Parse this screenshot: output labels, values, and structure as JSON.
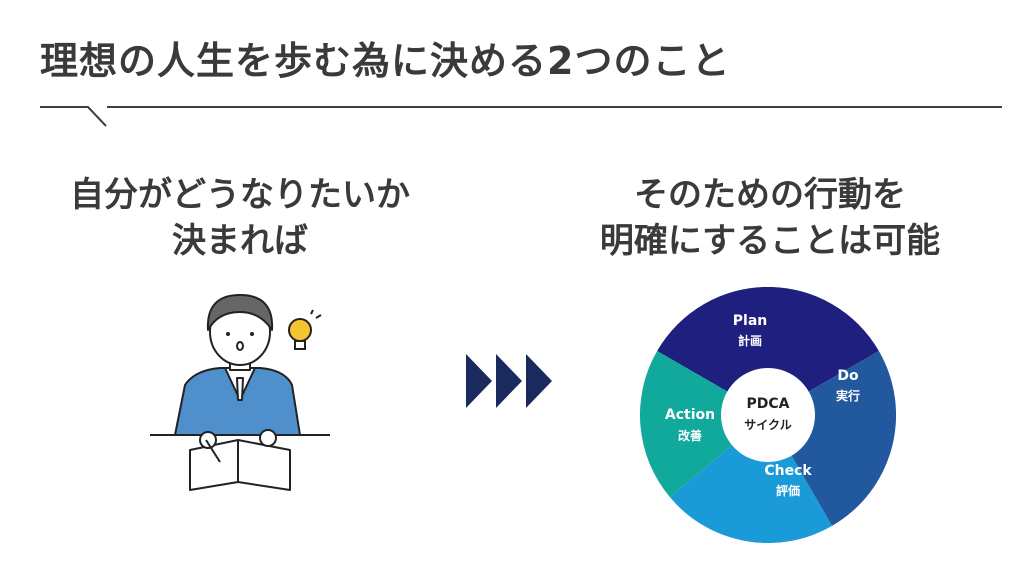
{
  "title": "理想の人生を歩む為に決める2つのこと",
  "left": {
    "line1": "自分がどうなりたいか",
    "line2": "決まれば"
  },
  "right": {
    "line1": "そのための行動を",
    "line2": "明確にすることは可能"
  },
  "pdca": {
    "center": {
      "l1": "PDCA",
      "l2": "サイクル"
    },
    "plan": {
      "en": "Plan",
      "ja": "計画",
      "color": "#1e1f7e"
    },
    "do": {
      "en": "Do",
      "ja": "実行",
      "color": "#22589e"
    },
    "check": {
      "en": "Check",
      "ja": "評価",
      "color": "#1a9ad6"
    },
    "action": {
      "en": "Action",
      "ja": "改善",
      "color": "#11a99b"
    }
  },
  "arrow_color": "#1b2a5e"
}
